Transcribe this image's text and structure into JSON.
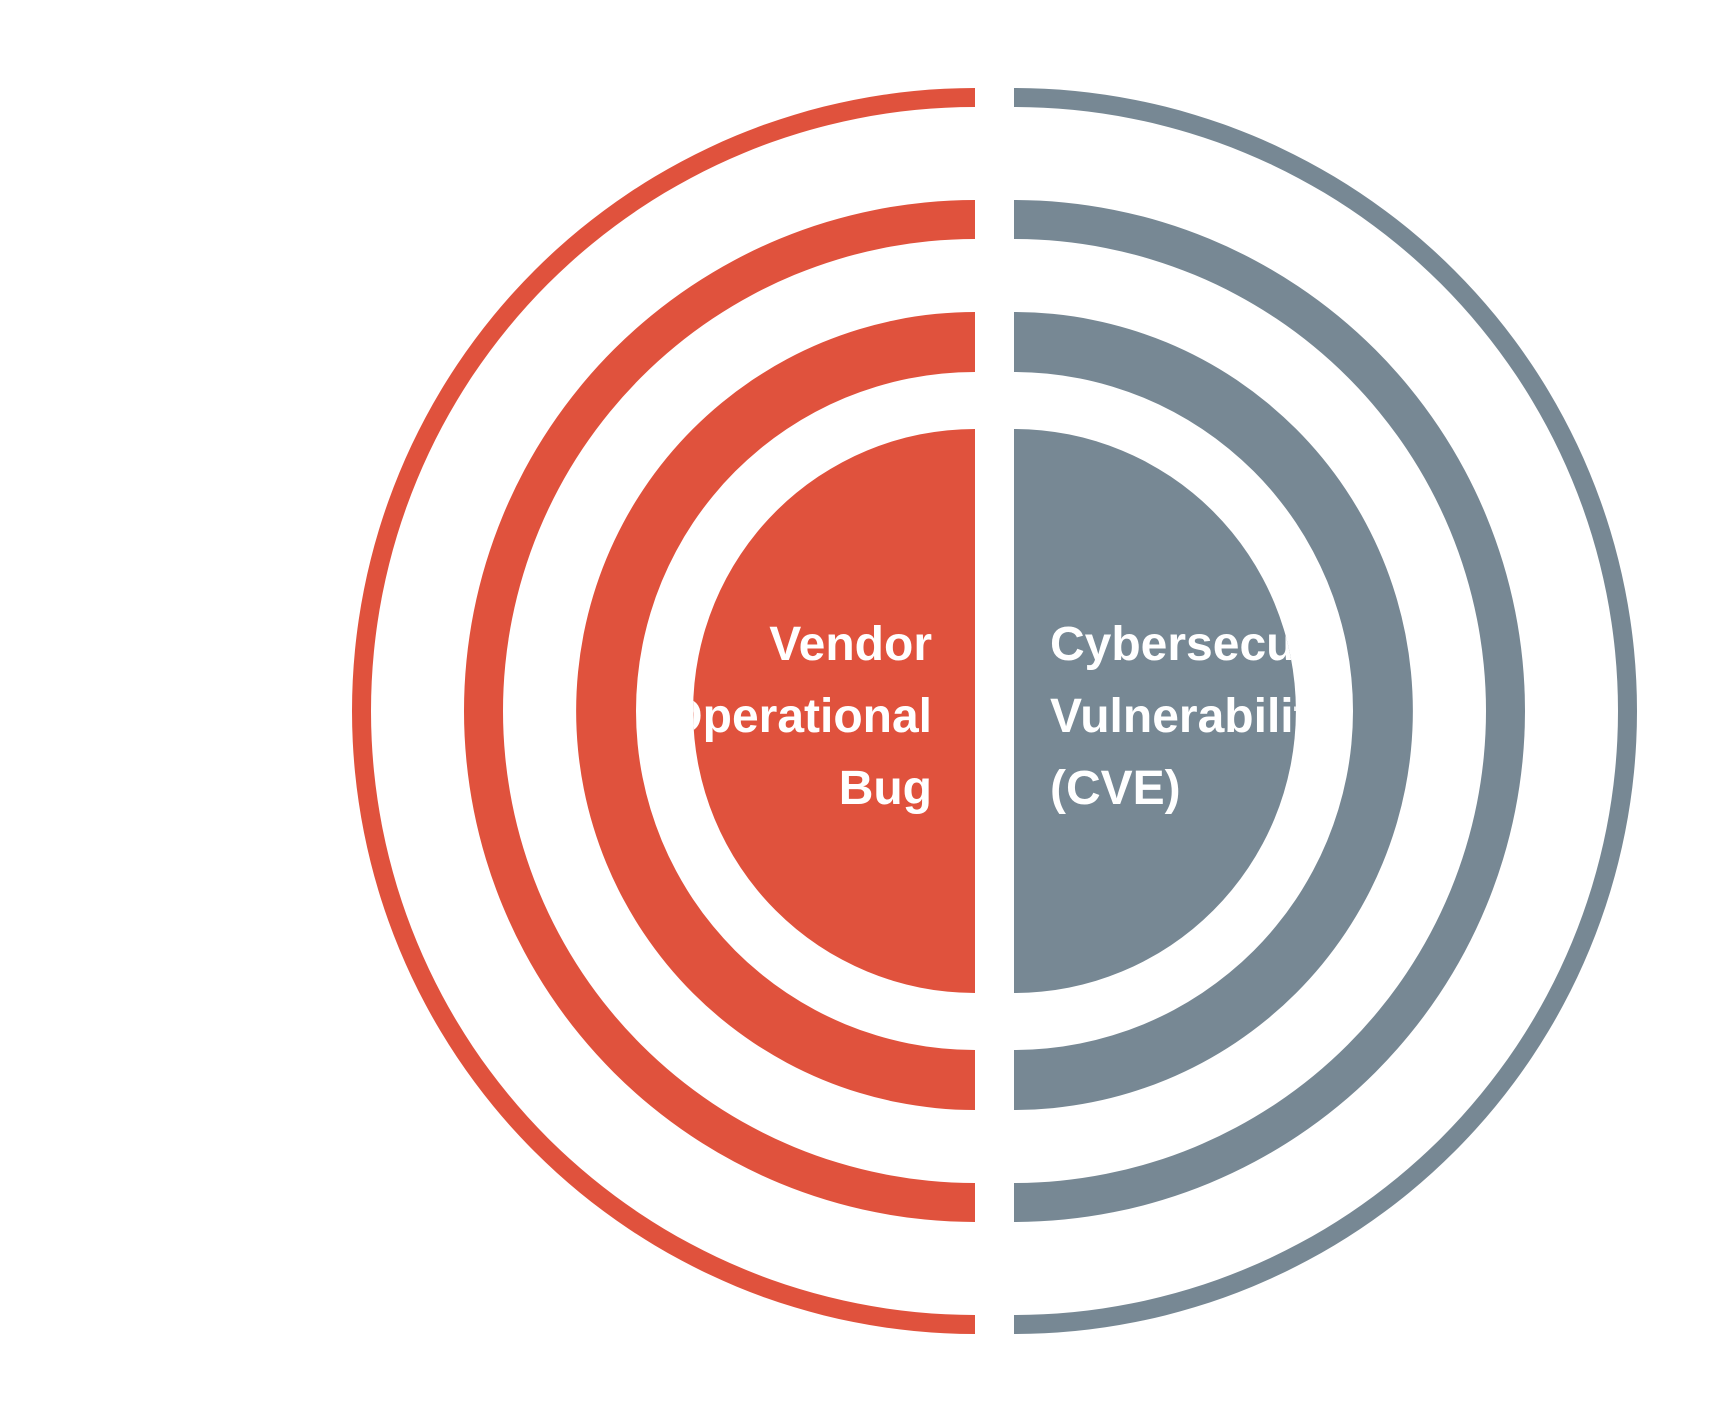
{
  "diagram": {
    "left": {
      "color": "#E0523D",
      "label_lines": [
        "Vendor",
        "Operational",
        "Bug"
      ]
    },
    "right": {
      "color": "#778894",
      "label_lines": [
        "Cybersecurity",
        "Vulnerability",
        "(CVE)"
      ]
    }
  }
}
